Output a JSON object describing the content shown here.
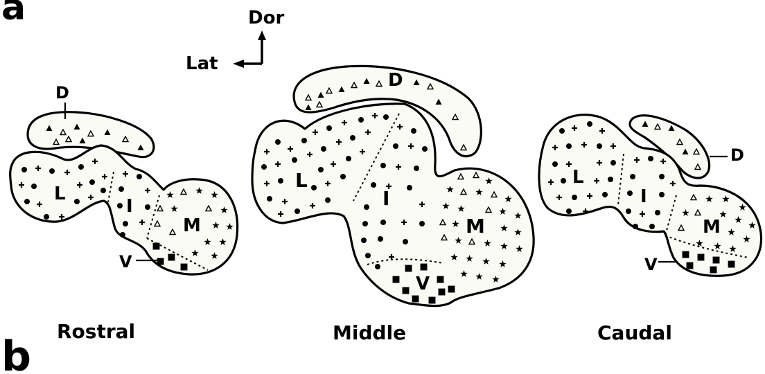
{
  "panel_labels": {
    "a": "a",
    "b": "b"
  },
  "orientation": {
    "dorsal": "Dor",
    "lateral": "Lat"
  },
  "sections": [
    {
      "caption": "Rostral",
      "regions": {
        "D": "D",
        "L": "L",
        "I": "I",
        "M": "M",
        "V": "V"
      }
    },
    {
      "caption": "Middle",
      "regions": {
        "D": "D",
        "L": "L",
        "I": "I",
        "M": "M",
        "V": "V"
      }
    },
    {
      "caption": "Caudal",
      "regions": {
        "D": "D",
        "L": "L",
        "I": "I",
        "M": "M",
        "V": "V"
      }
    }
  ],
  "colors": {
    "ink": "#000000",
    "background": "#ffffff",
    "section_fill": "#fbfbf6"
  },
  "marker_legend_icons": [
    "plus-icon",
    "dot-icon",
    "triangle-filled-icon",
    "triangle-open-icon",
    "star-icon",
    "square-icon"
  ]
}
